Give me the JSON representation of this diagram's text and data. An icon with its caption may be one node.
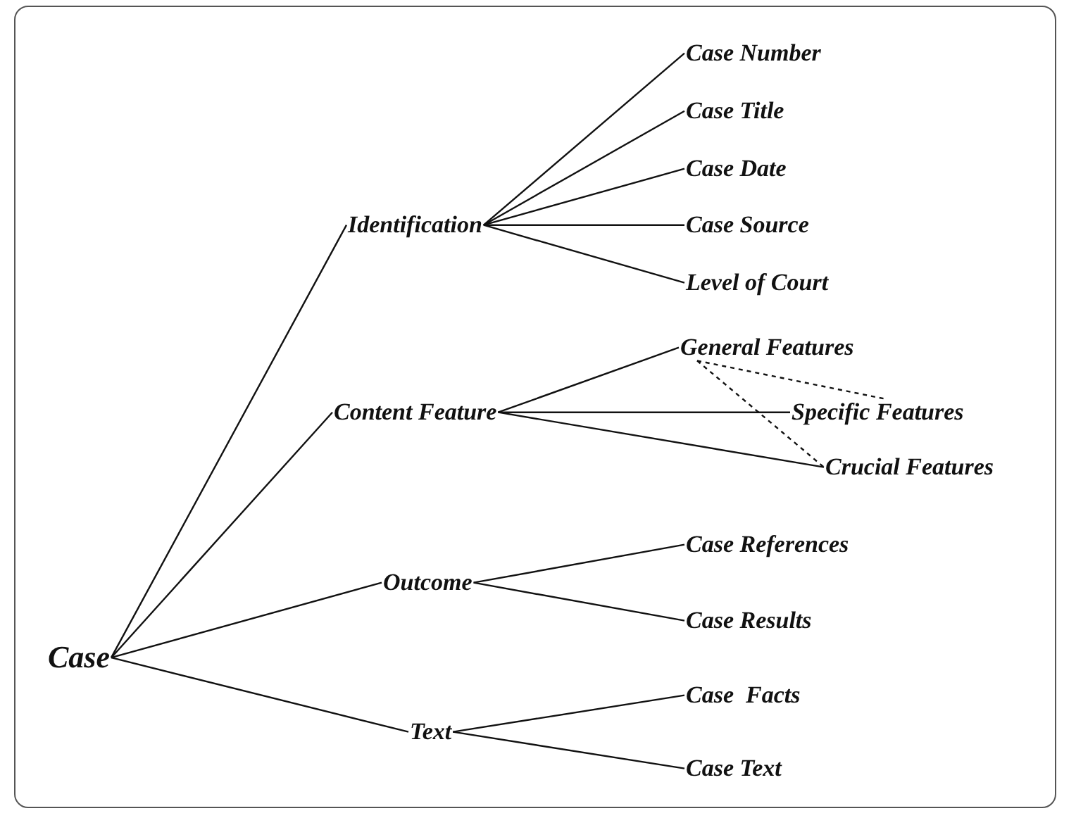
{
  "diagram": {
    "nodes": [
      {
        "text": [
          "Case"
        ]
      },
      {
        "text": [
          "Identification"
        ]
      },
      {
        "text": [
          "Content Feature"
        ]
      },
      {
        "text": [
          "Outcome"
        ]
      },
      {
        "text": [
          "Text"
        ]
      },
      {
        "text": [
          "Case Number"
        ]
      },
      {
        "text": [
          "Case Title"
        ]
      },
      {
        "text": [
          "Case Date"
        ]
      },
      {
        "text": [
          "Case Source"
        ]
      },
      {
        "text": [
          "Level of Court"
        ]
      },
      {
        "text": [
          "General Features"
        ]
      },
      {
        "text": [
          "Specific Features"
        ]
      },
      {
        "text": [
          "Crucial Features"
        ]
      },
      {
        "text": [
          "Case References"
        ]
      },
      {
        "text": [
          "Case Results"
        ]
      },
      {
        "text": [
          "Case  Facts"
        ]
      },
      {
        "text": [
          "Case Text"
        ]
      }
    ],
    "edges": [
      {
        "from": 0,
        "to": 1,
        "arrow": "none"
      },
      {
        "from": 0,
        "to": 2,
        "arrow": "none"
      },
      {
        "from": 0,
        "to": 3,
        "arrow": "none"
      },
      {
        "from": 0,
        "to": 4,
        "arrow": "none"
      },
      {
        "from": 1,
        "to": 5,
        "arrow": "none"
      },
      {
        "from": 1,
        "to": 6,
        "arrow": "none"
      },
      {
        "from": 1,
        "to": 7,
        "arrow": "none"
      },
      {
        "from": 1,
        "to": 8,
        "arrow": "none"
      },
      {
        "from": 1,
        "to": 9,
        "arrow": "none"
      },
      {
        "from": 2,
        "to": 10,
        "arrow": "none"
      },
      {
        "from": 2,
        "to": 11,
        "arrow": "none"
      },
      {
        "from": 2,
        "to": 12,
        "arrow": "none"
      },
      {
        "from": 10,
        "to": 11,
        "arrow": "none",
        "style": "dashed"
      },
      {
        "from": 10,
        "to": 12,
        "arrow": "none",
        "style": "dashed"
      },
      {
        "from": 3,
        "to": 13,
        "arrow": "none"
      },
      {
        "from": 3,
        "to": 14,
        "arrow": "none"
      },
      {
        "from": 4,
        "to": 15,
        "arrow": "none"
      },
      {
        "from": 4,
        "to": 16,
        "arrow": "none"
      }
    ]
  }
}
